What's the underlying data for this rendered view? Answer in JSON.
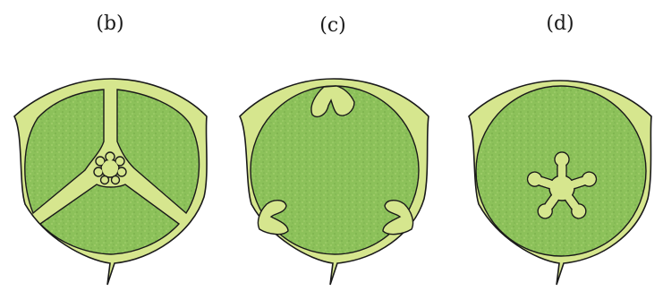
{
  "panels": [
    {
      "label": "(b)"
    },
    {
      "label": "(c)"
    },
    {
      "label": "(d)"
    }
  ],
  "colors": {
    "wall": "#d6e68e",
    "locule": "#8cc15a",
    "outline": "#1a1a1a"
  }
}
